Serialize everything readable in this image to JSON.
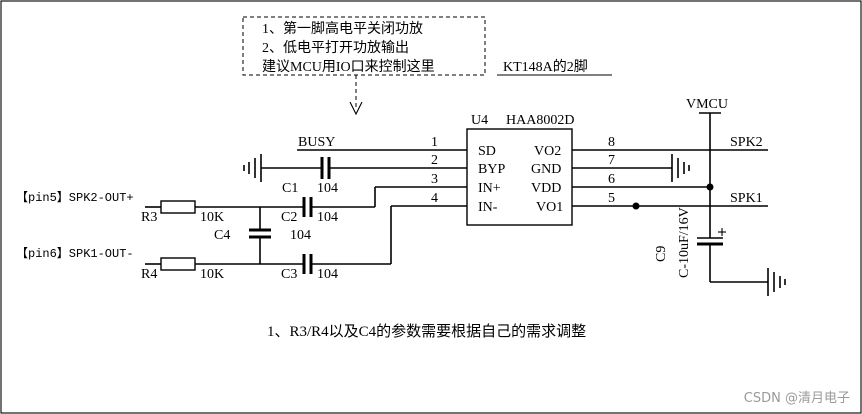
{
  "note": {
    "line1": "1、第一脚高电平关闭功放",
    "line2": "2、低电平打开功放输出",
    "line3": "建议MCU用IO口来控制这里"
  },
  "label_kt148a": "KT148A的2脚",
  "chip": {
    "ref": "U4",
    "part": "HAA8002D",
    "pins_left": [
      {
        "num": "1",
        "name": "SD"
      },
      {
        "num": "2",
        "name": "BYP"
      },
      {
        "num": "3",
        "name": "IN+"
      },
      {
        "num": "4",
        "name": "IN-"
      }
    ],
    "pins_right": [
      {
        "num": "8",
        "name": "VO2"
      },
      {
        "num": "7",
        "name": "GND"
      },
      {
        "num": "6",
        "name": "VDD"
      },
      {
        "num": "5",
        "name": "VO1"
      }
    ]
  },
  "nets": {
    "busy": "BUSY",
    "vmcu": "VMCU",
    "spk2": "SPK2",
    "spk1": "SPK1",
    "pin5": "【pin5】SPK2-OUT+",
    "pin6": "【pin6】SPK1-OUT-"
  },
  "components": {
    "c1_ref": "C1",
    "c1_val": "104",
    "c2_ref": "C2",
    "c2_val": "104",
    "c3_ref": "C3",
    "c3_val": "104",
    "c4_ref": "C4",
    "c4_val": "104",
    "r3_ref": "R3",
    "r3_val": "10K",
    "r4_ref": "R4",
    "r4_val": "10K",
    "c9_ref": "C9",
    "c9_val": "C-10uF/16V"
  },
  "caption": "1、R3/R4以及C4的参数需要根据自己的需求调整",
  "watermark": "CSDN @清月电子"
}
